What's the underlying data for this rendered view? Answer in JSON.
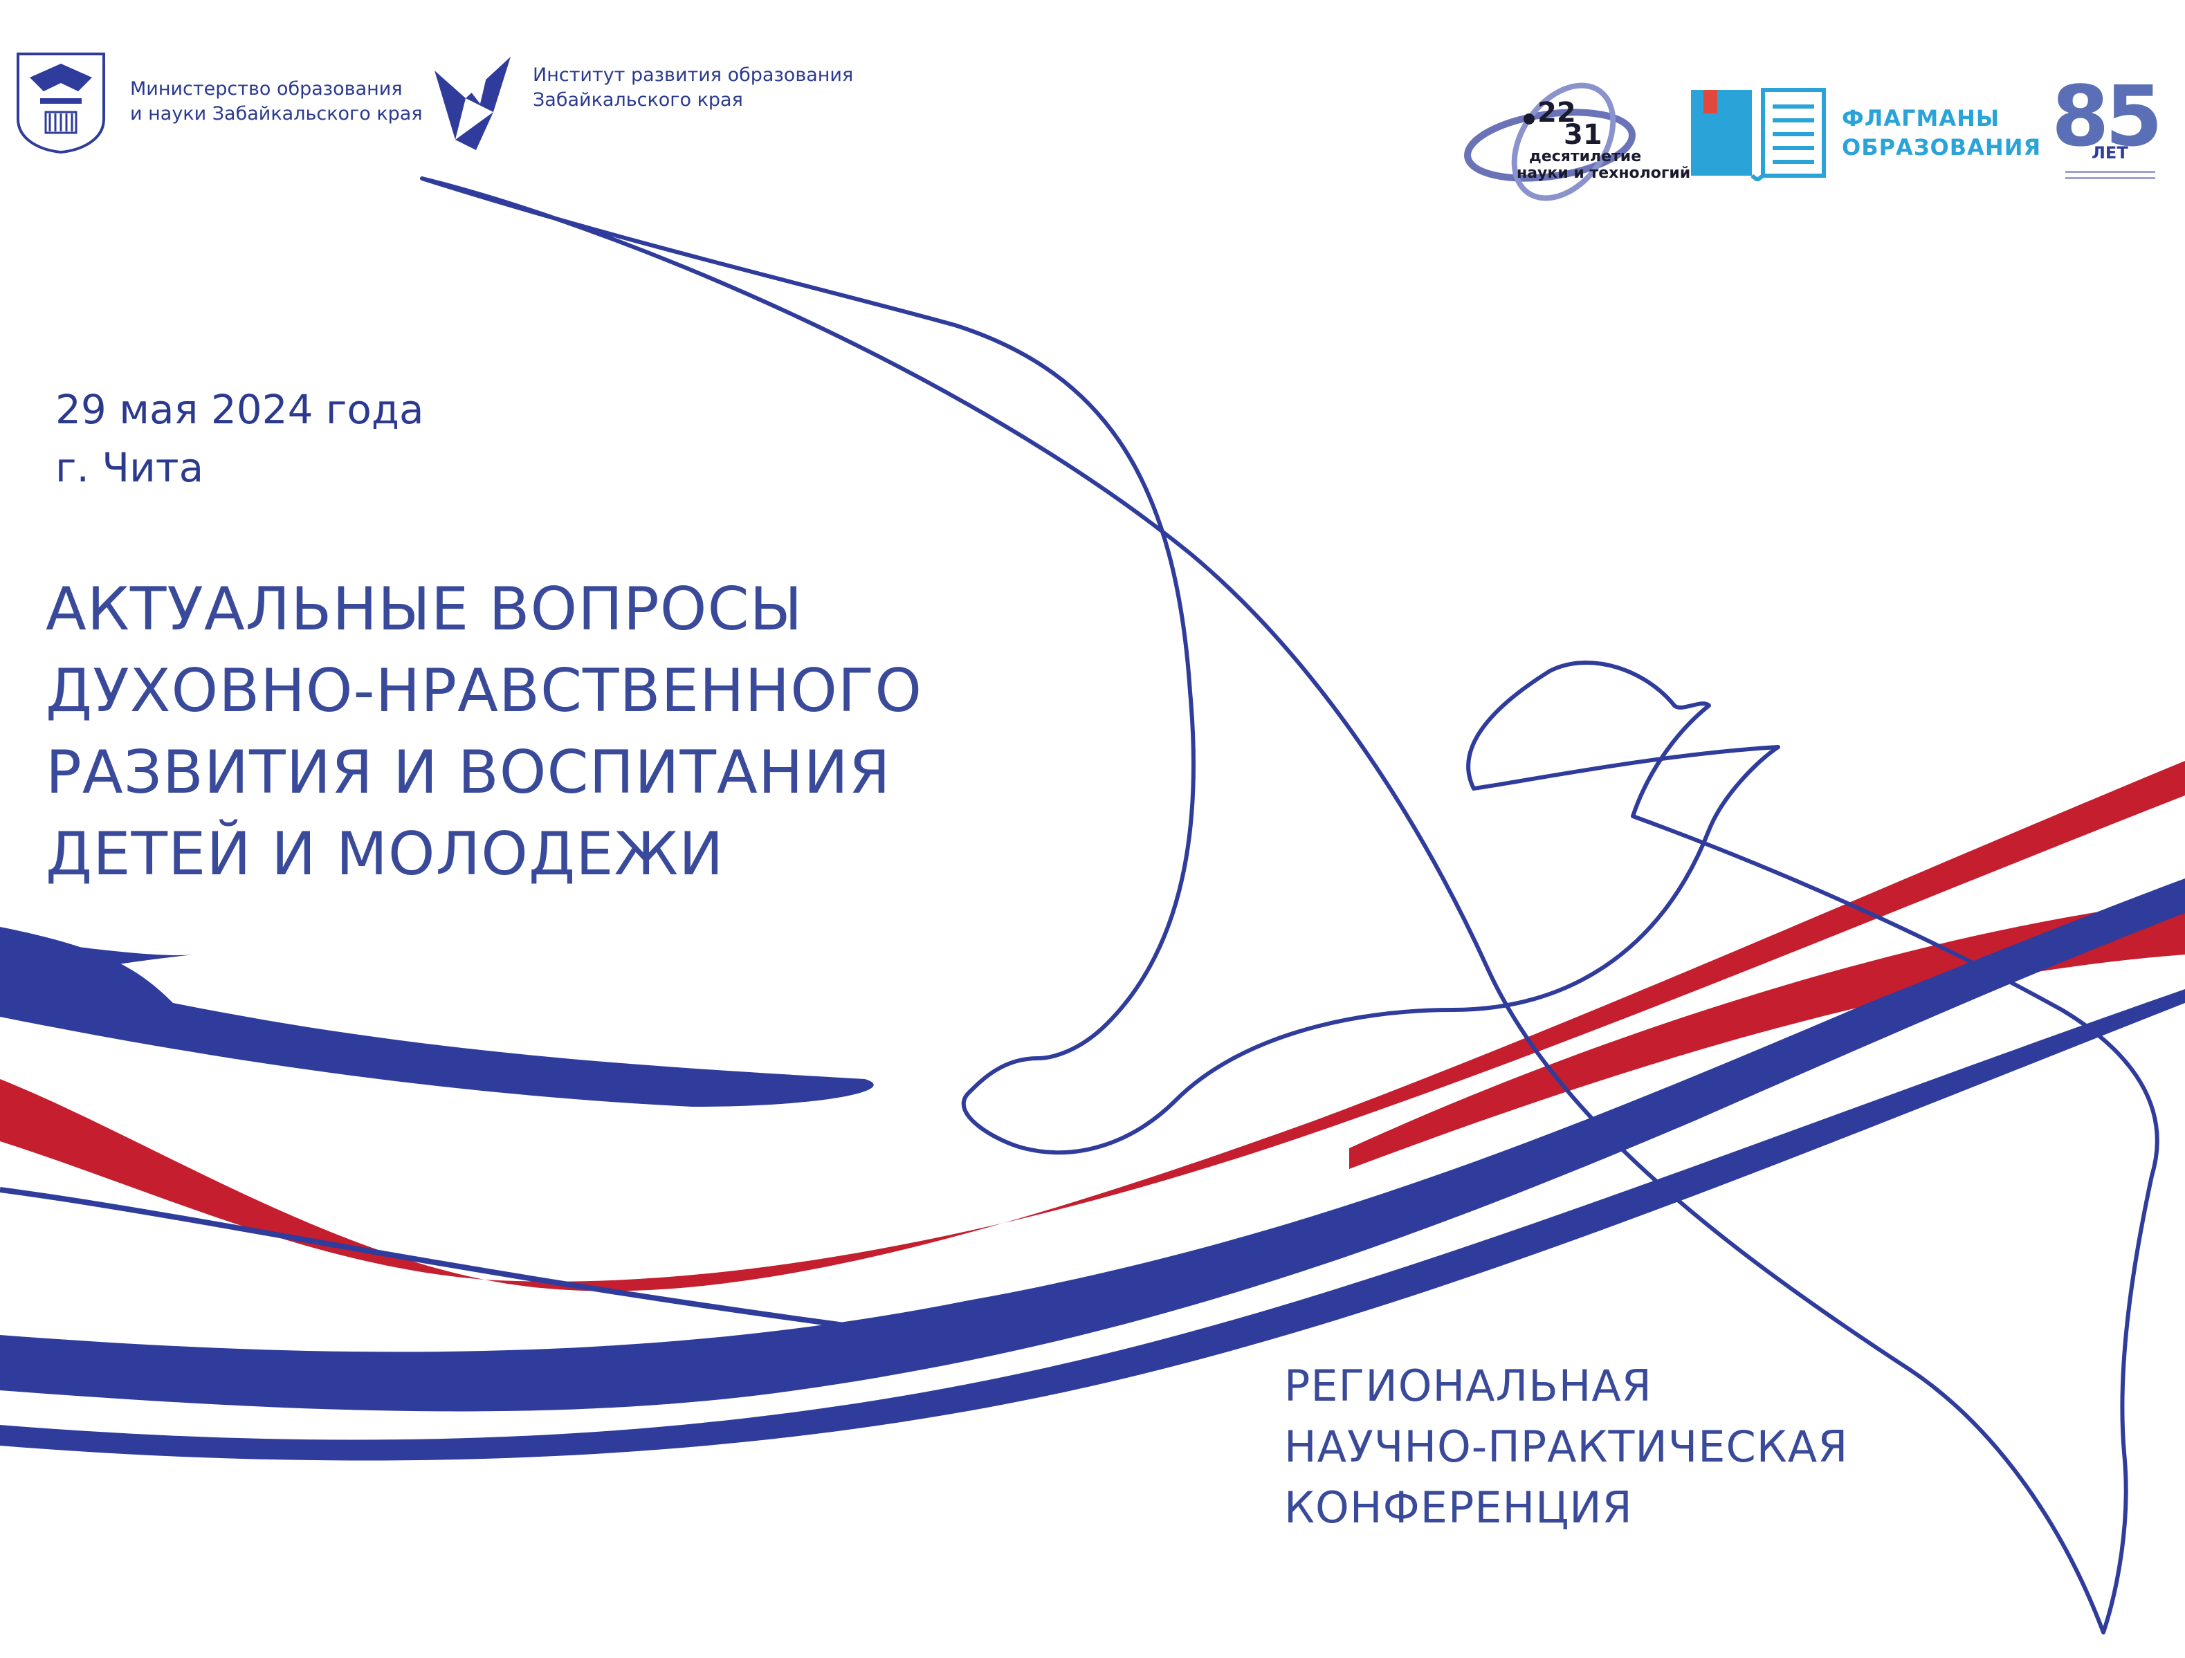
{
  "header": {
    "ministry": {
      "line1": "Министерство образования",
      "line2": "и науки Забайкальского края"
    },
    "institute": {
      "line1": "Институт развития образования",
      "line2": "Забайкальского края"
    },
    "decade_logo": {
      "num1": "22",
      "num2": "31",
      "line1": "десятилетие",
      "line2": "науки и технологий"
    },
    "flagships": {
      "line1": "ФЛАГМАНЫ",
      "line2": "ОБРАЗОВАНИЯ"
    },
    "anniversary": {
      "number": "85",
      "label": "ЛЕТ"
    }
  },
  "event": {
    "date": "29 мая 2024 года",
    "city": "г. Чита"
  },
  "title": {
    "line1": "АКТУАЛЬНЫЕ ВОПРОСЫ",
    "line2": "ДУХОВНО-НРАВСТВЕННОГО",
    "line3": "РАЗВИТИЯ И ВОСПИТАНИЯ",
    "line4": "ДЕТЕЙ И МОЛОДЕЖИ"
  },
  "conference": {
    "line1": "РЕГИОНАЛЬНАЯ",
    "line2": "НАУЧНО-ПРАКТИЧЕСКАЯ",
    "line3": "КОНФЕРЕНЦИЯ"
  },
  "colors": {
    "blue": "#2f3c9c",
    "red": "#c41e2f",
    "text": "#3a4a9a",
    "accent": "#2aa3d8"
  }
}
